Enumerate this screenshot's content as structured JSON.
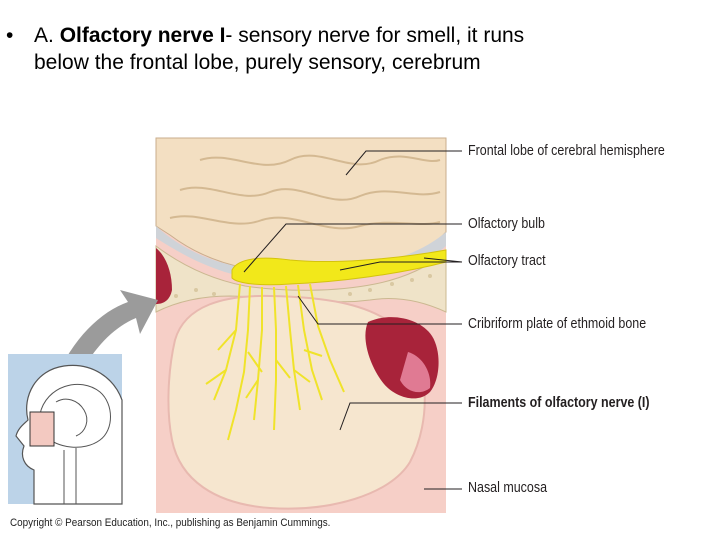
{
  "bullet": {
    "marker": "•",
    "prefix": "A. ",
    "bold_term": "Olfactory nerve I",
    "rest_line1": "- sensory nerve for smell, it runs",
    "line2": "below the frontal lobe, purely sensory, cerebrum"
  },
  "labels": {
    "frontal_lobe": "Frontal lobe of cerebral hemisphere",
    "olfactory_bulb": "Olfactory bulb",
    "olfactory_tract": "Olfactory tract",
    "cribriform_plate": "Cribriform plate of ethmoid bone",
    "filaments": "Filaments of olfactory nerve (I)",
    "nasal_mucosa": "Nasal mucosa"
  },
  "copyright": "Copyright © Pearson Education, Inc., publishing as Benjamin Cummings.",
  "colors": {
    "nerve": "#f2e81a",
    "brain": "#f3dfc2",
    "mucosa": "#f6cfc7",
    "bone": "#efe3c8",
    "sinus": "#a8233a",
    "arrow": "#9b9b9b",
    "inset_bg": "#bcd3e8"
  }
}
